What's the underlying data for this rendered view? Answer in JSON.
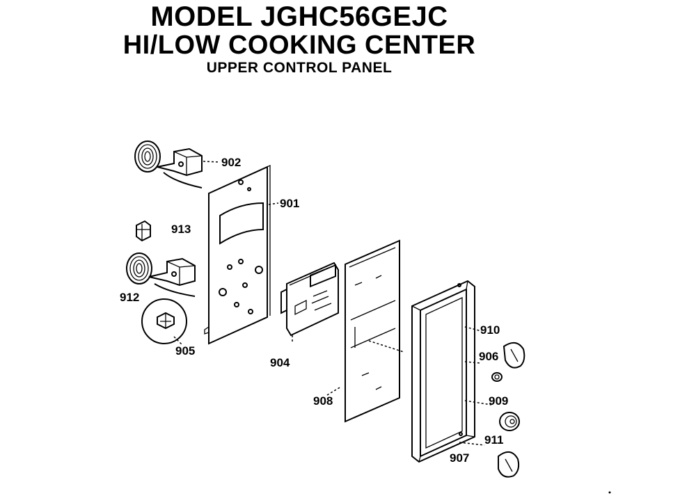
{
  "header": {
    "line1": "MODEL JGHC56GEJC",
    "line2": "HI/LOW COOKING CENTER",
    "line3": "UPPER CONTROL PANEL"
  },
  "part_labels": {
    "p901": "901",
    "p902": "902",
    "p904": "904",
    "p905": "905",
    "p906": "906",
    "p907": "907",
    "p908": "908",
    "p909": "909",
    "p910": "910",
    "p911": "911",
    "p912": "912",
    "p913": "913"
  },
  "colors": {
    "ink": "#000000",
    "paper": "#ffffff"
  }
}
